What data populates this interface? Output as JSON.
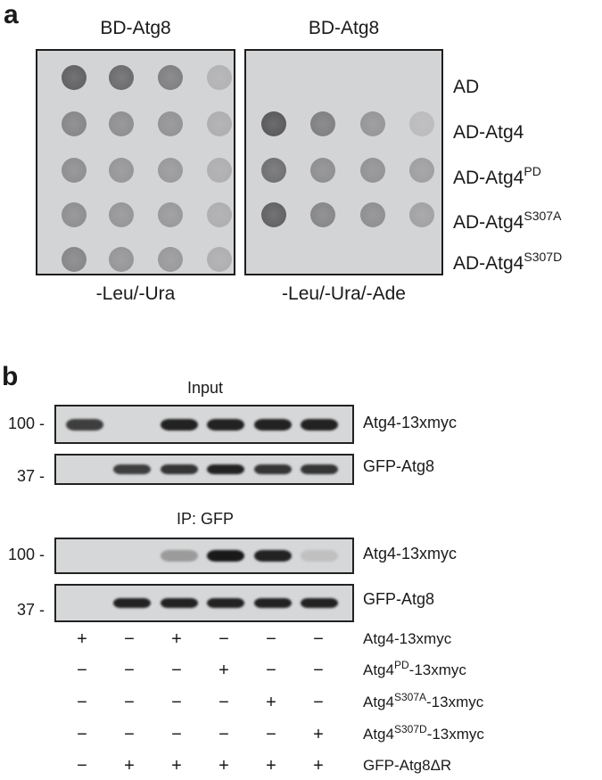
{
  "panel_a": {
    "letter": "a",
    "plates": [
      {
        "title": "BD-Atg8",
        "medium": "-Leu/-Ura"
      },
      {
        "title": "BD-Atg8",
        "medium": "-Leu/-Ura/-Ade"
      }
    ],
    "rows": [
      {
        "base": "AD",
        "sup": ""
      },
      {
        "base": "AD-Atg4",
        "sup": ""
      },
      {
        "base": "AD-Atg4",
        "sup": "PD"
      },
      {
        "base": "AD-Atg4",
        "sup": "S307A"
      },
      {
        "base": "AD-Atg4",
        "sup": "S307D"
      }
    ],
    "growth_intensity": {
      "plate1": [
        [
          0.75,
          0.68,
          0.55,
          0.25
        ],
        [
          0.5,
          0.45,
          0.42,
          0.28
        ],
        [
          0.45,
          0.4,
          0.38,
          0.28
        ],
        [
          0.45,
          0.4,
          0.38,
          0.28
        ],
        [
          0.5,
          0.4,
          0.38,
          0.28
        ]
      ],
      "plate2": [
        [
          0,
          0,
          0,
          0
        ],
        [
          0.8,
          0.55,
          0.4,
          0.18
        ],
        [
          0.65,
          0.45,
          0.42,
          0.4
        ],
        [
          0.75,
          0.5,
          0.45,
          0.38
        ],
        [
          0,
          0,
          0,
          0
        ]
      ]
    }
  },
  "panel_b": {
    "letter": "b",
    "sections": [
      {
        "title": "Input",
        "blots": [
          {
            "mw": "100 -",
            "label": "Atg4-13xmyc",
            "bands": [
              0.8,
              0,
              0.95,
              0.95,
              0.95,
              0.95
            ]
          },
          {
            "mw": "37 -",
            "label": "GFP-Atg8",
            "bands": [
              0,
              0.8,
              0.85,
              0.95,
              0.85,
              0.85
            ]
          }
        ]
      },
      {
        "title": "IP: GFP",
        "blots": [
          {
            "mw": "100 -",
            "label": "Atg4-13xmyc",
            "bands": [
              0,
              0,
              0.3,
              1.0,
              0.95,
              0.1
            ]
          },
          {
            "mw": "37 -",
            "label": "GFP-Atg8",
            "bands": [
              0,
              0.95,
              0.95,
              0.95,
              0.95,
              0.95
            ]
          }
        ]
      }
    ],
    "lane_table": [
      {
        "label_base": "Atg4-13xmyc",
        "label_sup": "",
        "label_suffix": "",
        "signs": [
          "+",
          "−",
          "+",
          "−",
          "−",
          "−"
        ]
      },
      {
        "label_base": "Atg4",
        "label_sup": "PD",
        "label_suffix": "-13xmyc",
        "signs": [
          "−",
          "−",
          "−",
          "+",
          "−",
          "−"
        ]
      },
      {
        "label_base": "Atg4",
        "label_sup": "S307A",
        "label_suffix": "-13xmyc",
        "signs": [
          "−",
          "−",
          "−",
          "−",
          "+",
          "−"
        ]
      },
      {
        "label_base": "Atg4",
        "label_sup": "S307D",
        "label_suffix": "-13xmyc",
        "signs": [
          "−",
          "−",
          "−",
          "−",
          "−",
          "+"
        ]
      },
      {
        "label_base": "GFP-Atg8ΔR",
        "label_sup": "",
        "label_suffix": "",
        "signs": [
          "−",
          "+",
          "+",
          "+",
          "+",
          "+"
        ]
      }
    ]
  }
}
